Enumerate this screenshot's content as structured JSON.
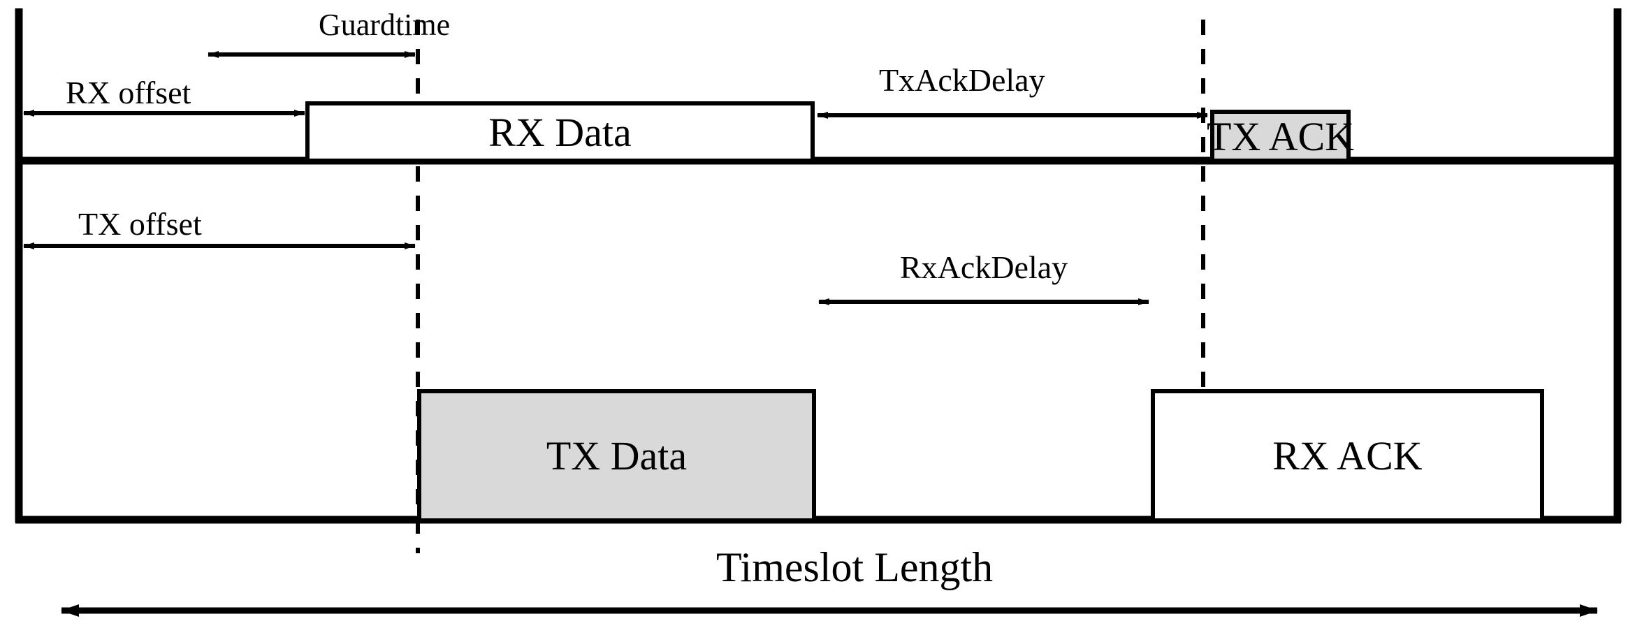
{
  "diagram": {
    "title": "Timeslot Length",
    "type": "timing-diagram",
    "colors": {
      "line": "#000000",
      "fill_shaded": "#d9d9d9",
      "fill_plain": "#ffffff",
      "background": "#ffffff"
    }
  },
  "rows": {
    "top": {
      "name": "receiver-timeline",
      "boxes": [
        {
          "label": "RX Data",
          "fill": "plain"
        },
        {
          "label": "TX ACK",
          "fill": "shaded"
        }
      ],
      "measures": [
        {
          "label": "RX offset",
          "style": "double-arrow"
        },
        {
          "label": "Guardtime",
          "style": "double-arrow"
        },
        {
          "label": "TxAckDelay",
          "style": "double-arrow"
        }
      ]
    },
    "bottom": {
      "name": "transmitter-timeline",
      "boxes": [
        {
          "label": "TX Data",
          "fill": "shaded"
        },
        {
          "label": "RX ACK",
          "fill": "plain"
        }
      ],
      "measures": [
        {
          "label": "TX offset",
          "style": "double-arrow"
        },
        {
          "label": "RxAckDelay",
          "style": "double-arrow"
        }
      ]
    }
  },
  "labels": {
    "rx_offset": "RX offset",
    "guardtime": "Guardtime",
    "tx_ack_delay": "TxAckDelay",
    "rx_data": "RX Data",
    "tx_ack": "TX ACK",
    "tx_offset": "TX offset",
    "rx_ack_delay": "RxAckDelay",
    "tx_data": "TX Data",
    "rx_ack": "RX ACK",
    "timeslot_length": "Timeslot Length"
  },
  "chart_data": {
    "type": "timing-diagram",
    "title": "Timeslot Length",
    "xlabel": "",
    "ylabel": "",
    "xlim": [
      0,
      2330
    ],
    "grid": false,
    "legend": "none",
    "reference_lines": [
      {
        "name": "guard-boundary-left",
        "x": 598,
        "style": "dashed"
      },
      {
        "name": "ack-boundary-right",
        "x": 1722,
        "style": "dashed"
      }
    ],
    "series": [
      {
        "name": "receiver-timeline",
        "segments": [
          {
            "label": "RX Data",
            "x_start": 440,
            "x_end": 1163,
            "fill": "#ffffff"
          },
          {
            "label": "TX ACK",
            "x_start": 1735,
            "x_end": 1930,
            "fill": "#d9d9d9"
          }
        ],
        "intervals": [
          {
            "label": "RX offset",
            "x_start": 32,
            "x_end": 438
          },
          {
            "label": "Guardtime",
            "x_start": 296,
            "x_end": 596
          },
          {
            "label": "TxAckDelay",
            "x_start": 1166,
            "x_end": 1730
          }
        ]
      },
      {
        "name": "transmitter-timeline",
        "segments": [
          {
            "label": "TX Data",
            "x_start": 600,
            "x_end": 1165,
            "fill": "#d9d9d9"
          },
          {
            "label": "RX ACK",
            "x_start": 1650,
            "x_end": 2207,
            "fill": "#ffffff"
          }
        ],
        "intervals": [
          {
            "label": "TX offset",
            "x_start": 32,
            "x_end": 596
          },
          {
            "label": "RxAckDelay",
            "x_start": 1168,
            "x_end": 1645
          }
        ]
      }
    ],
    "annotations": [
      {
        "label": "Timeslot Length",
        "x_start": 85,
        "x_end": 2290
      }
    ]
  }
}
